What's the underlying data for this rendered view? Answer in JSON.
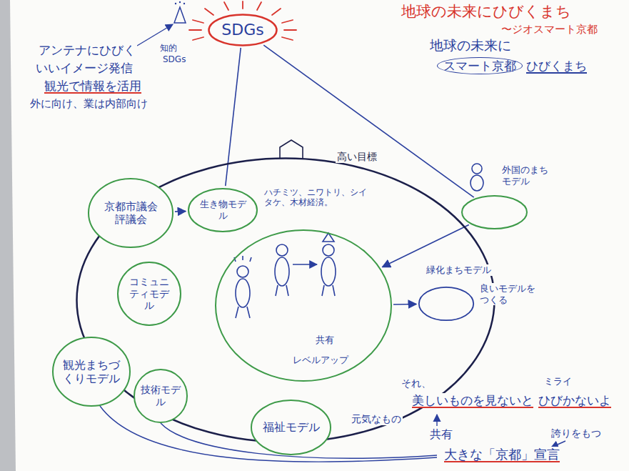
{
  "diagram": {
    "nodes": [
      {
        "text": [
          "SDGs"
        ]
      },
      {
        "text": [
          "高い目標"
        ]
      },
      {
        "text": [
          "京都市議会 評議会"
        ]
      },
      {
        "text": [
          "生き物モデル"
        ],
        "in": 1
      },
      {
        "text": [
          "共有",
          "レベルアップ"
        ],
        "in": 1
      },
      {
        "text": [
          "コミュニティモデル"
        ],
        "in": 1
      },
      {
        "text": [
          "観光まちづくりモデル"
        ]
      },
      {
        "text": [
          "技術モデル"
        ]
      },
      {
        "text": [
          "福祉モデル"
        ],
        "in": 1
      },
      {
        "text": [
          "外国のまちモデル"
        ]
      },
      {
        "text": [
          "緑化まちモデル",
          "良いモデルをつくる"
        ],
        "in": 1
      }
    ],
    "edges": [
      {
        "from": 0,
        "to": 3,
        "arrow": "none"
      },
      {
        "from": 2,
        "to": 3,
        "arrow": "to"
      },
      {
        "from": 9,
        "to": 0,
        "arrow": "none"
      },
      {
        "from": 9,
        "to": 4,
        "arrow": "to"
      },
      {
        "from": 4,
        "to": 10,
        "arrow": "to"
      }
    ],
    "labels": [
      "地球の未来にひびくまち",
      "〜ジオスマート京都",
      "地球の未来に",
      "スマート京都",
      "ひびくまち",
      "アンテナにひびく",
      "いいイメージ発信",
      "観光で情報を活用",
      "外に向け、業は内部向け",
      "知的",
      "SDGs",
      "ハチミツ、ニワトリ、シイタケ、木材経済。",
      "ミライ",
      "それ、",
      "美しいものを見ないと",
      "ひびかないよ",
      "元気なもの",
      "共有",
      "誇りをもつ",
      "大きな「京都」宣言"
    ]
  }
}
